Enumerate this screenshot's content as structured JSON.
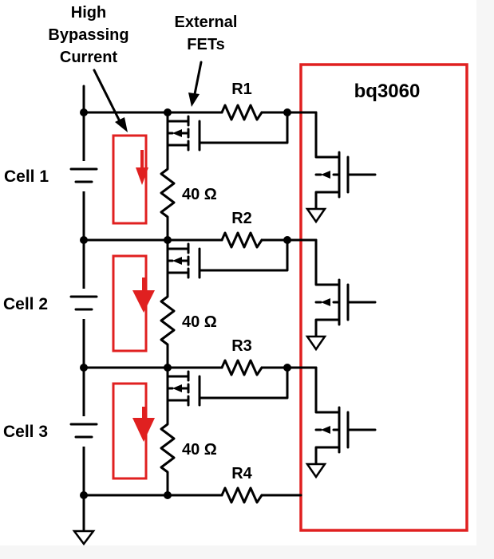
{
  "annotations": {
    "high_bypass_line1": "High",
    "high_bypass_line2": "Bypassing",
    "high_bypass_line3": "Current",
    "external_fets_line1": "External",
    "external_fets_line2": "FETs"
  },
  "ic": {
    "label": "bq3060",
    "border_color": "#e02020"
  },
  "cells": [
    {
      "label": "Cell 1"
    },
    {
      "label": "Cell 2"
    },
    {
      "label": "Cell 3"
    }
  ],
  "resistors": {
    "r1": "R1",
    "r2": "R2",
    "r3": "R3",
    "r4": "R4",
    "bleed1": "40 Ω",
    "bleed2": "40 Ω",
    "bleed3": "40 Ω"
  },
  "colors": {
    "accent": "#e02020",
    "wire": "#000000",
    "background": "#ffffff"
  }
}
